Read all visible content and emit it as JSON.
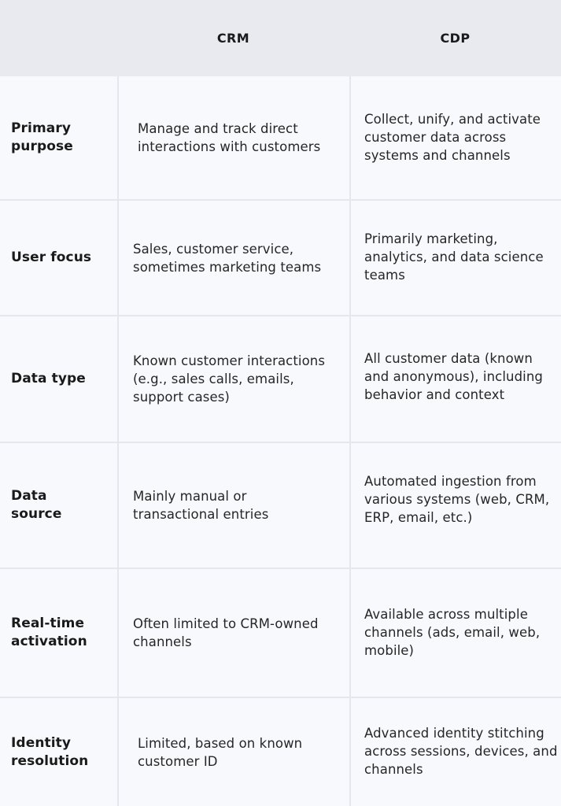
{
  "header": {
    "corner": "",
    "col_crm": "CRM",
    "col_cdp": "CDP"
  },
  "rows": [
    {
      "label": "Primary purpose",
      "crm": "Manage and track direct interactions with customers",
      "cdp": "Collect, unify, and activate customer data across systems and channels"
    },
    {
      "label": "User focus",
      "crm": "Sales, customer service, sometimes marketing teams",
      "cdp": "Primarily marketing, analytics, and data science teams"
    },
    {
      "label": "Data type",
      "crm": "Known customer interactions (e.g., sales calls, emails, support cases)",
      "cdp": "All customer data (known and anonymous), including behavior and context"
    },
    {
      "label": "Data source",
      "crm": "Mainly manual or transactional entries",
      "cdp": "Automated ingestion from various systems (web, CRM, ERP, email, etc.)"
    },
    {
      "label": "Real-time activation",
      "crm": "Often limited to CRM-owned channels",
      "cdp": "Available across multiple channels (ads, email, web, mobile)"
    },
    {
      "label": "Identity resolution",
      "crm": "Limited, based on known customer ID",
      "cdp": "Advanced identity stitching across sessions, devices, and channels"
    }
  ]
}
